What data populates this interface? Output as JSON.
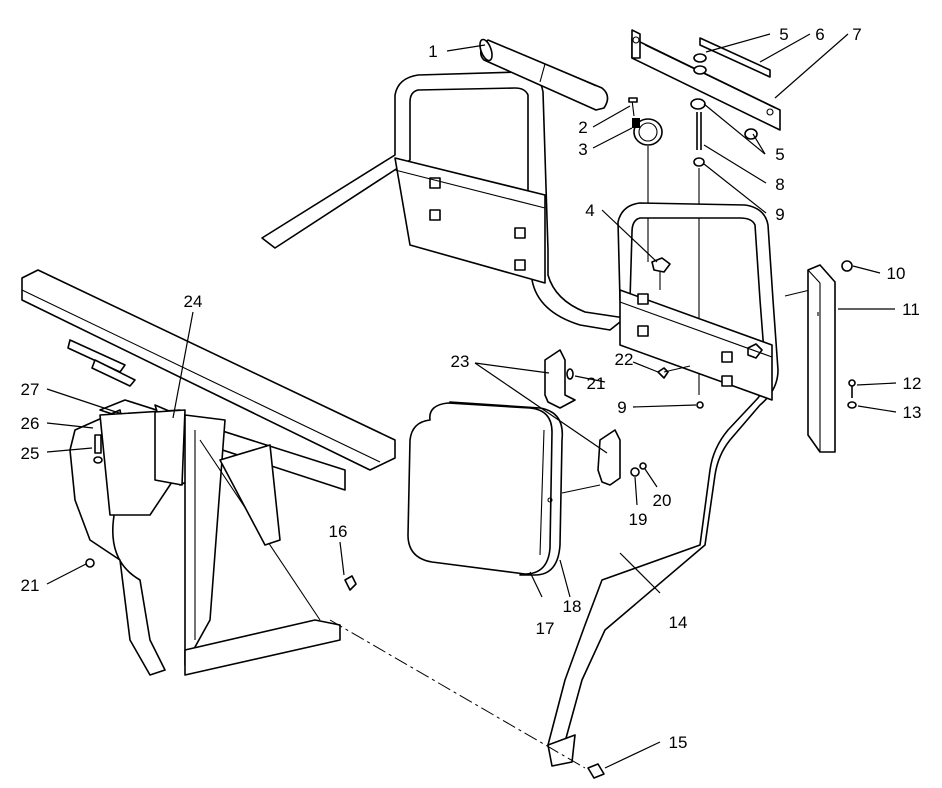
{
  "diagram": {
    "type": "exploded parts diagram",
    "callouts": [
      {
        "id": "c1",
        "label": "1"
      },
      {
        "id": "c2",
        "label": "2"
      },
      {
        "id": "c3",
        "label": "3"
      },
      {
        "id": "c4",
        "label": "4"
      },
      {
        "id": "c5a",
        "label": "5"
      },
      {
        "id": "c5b",
        "label": "5"
      },
      {
        "id": "c6",
        "label": "6"
      },
      {
        "id": "c7",
        "label": "7"
      },
      {
        "id": "c8",
        "label": "8"
      },
      {
        "id": "c9a",
        "label": "9"
      },
      {
        "id": "c9b",
        "label": "9"
      },
      {
        "id": "c10",
        "label": "10"
      },
      {
        "id": "c11",
        "label": "11"
      },
      {
        "id": "c12",
        "label": "12"
      },
      {
        "id": "c13",
        "label": "13"
      },
      {
        "id": "c14",
        "label": "14"
      },
      {
        "id": "c15",
        "label": "15"
      },
      {
        "id": "c16",
        "label": "16"
      },
      {
        "id": "c17",
        "label": "17"
      },
      {
        "id": "c18",
        "label": "18"
      },
      {
        "id": "c19",
        "label": "19"
      },
      {
        "id": "c20",
        "label": "20"
      },
      {
        "id": "c21a",
        "label": "21"
      },
      {
        "id": "c21b",
        "label": "21"
      },
      {
        "id": "c22",
        "label": "22"
      },
      {
        "id": "c23",
        "label": "23"
      },
      {
        "id": "c24",
        "label": "24"
      },
      {
        "id": "c25",
        "label": "25"
      },
      {
        "id": "c26",
        "label": "26"
      },
      {
        "id": "c27",
        "label": "27"
      }
    ]
  }
}
